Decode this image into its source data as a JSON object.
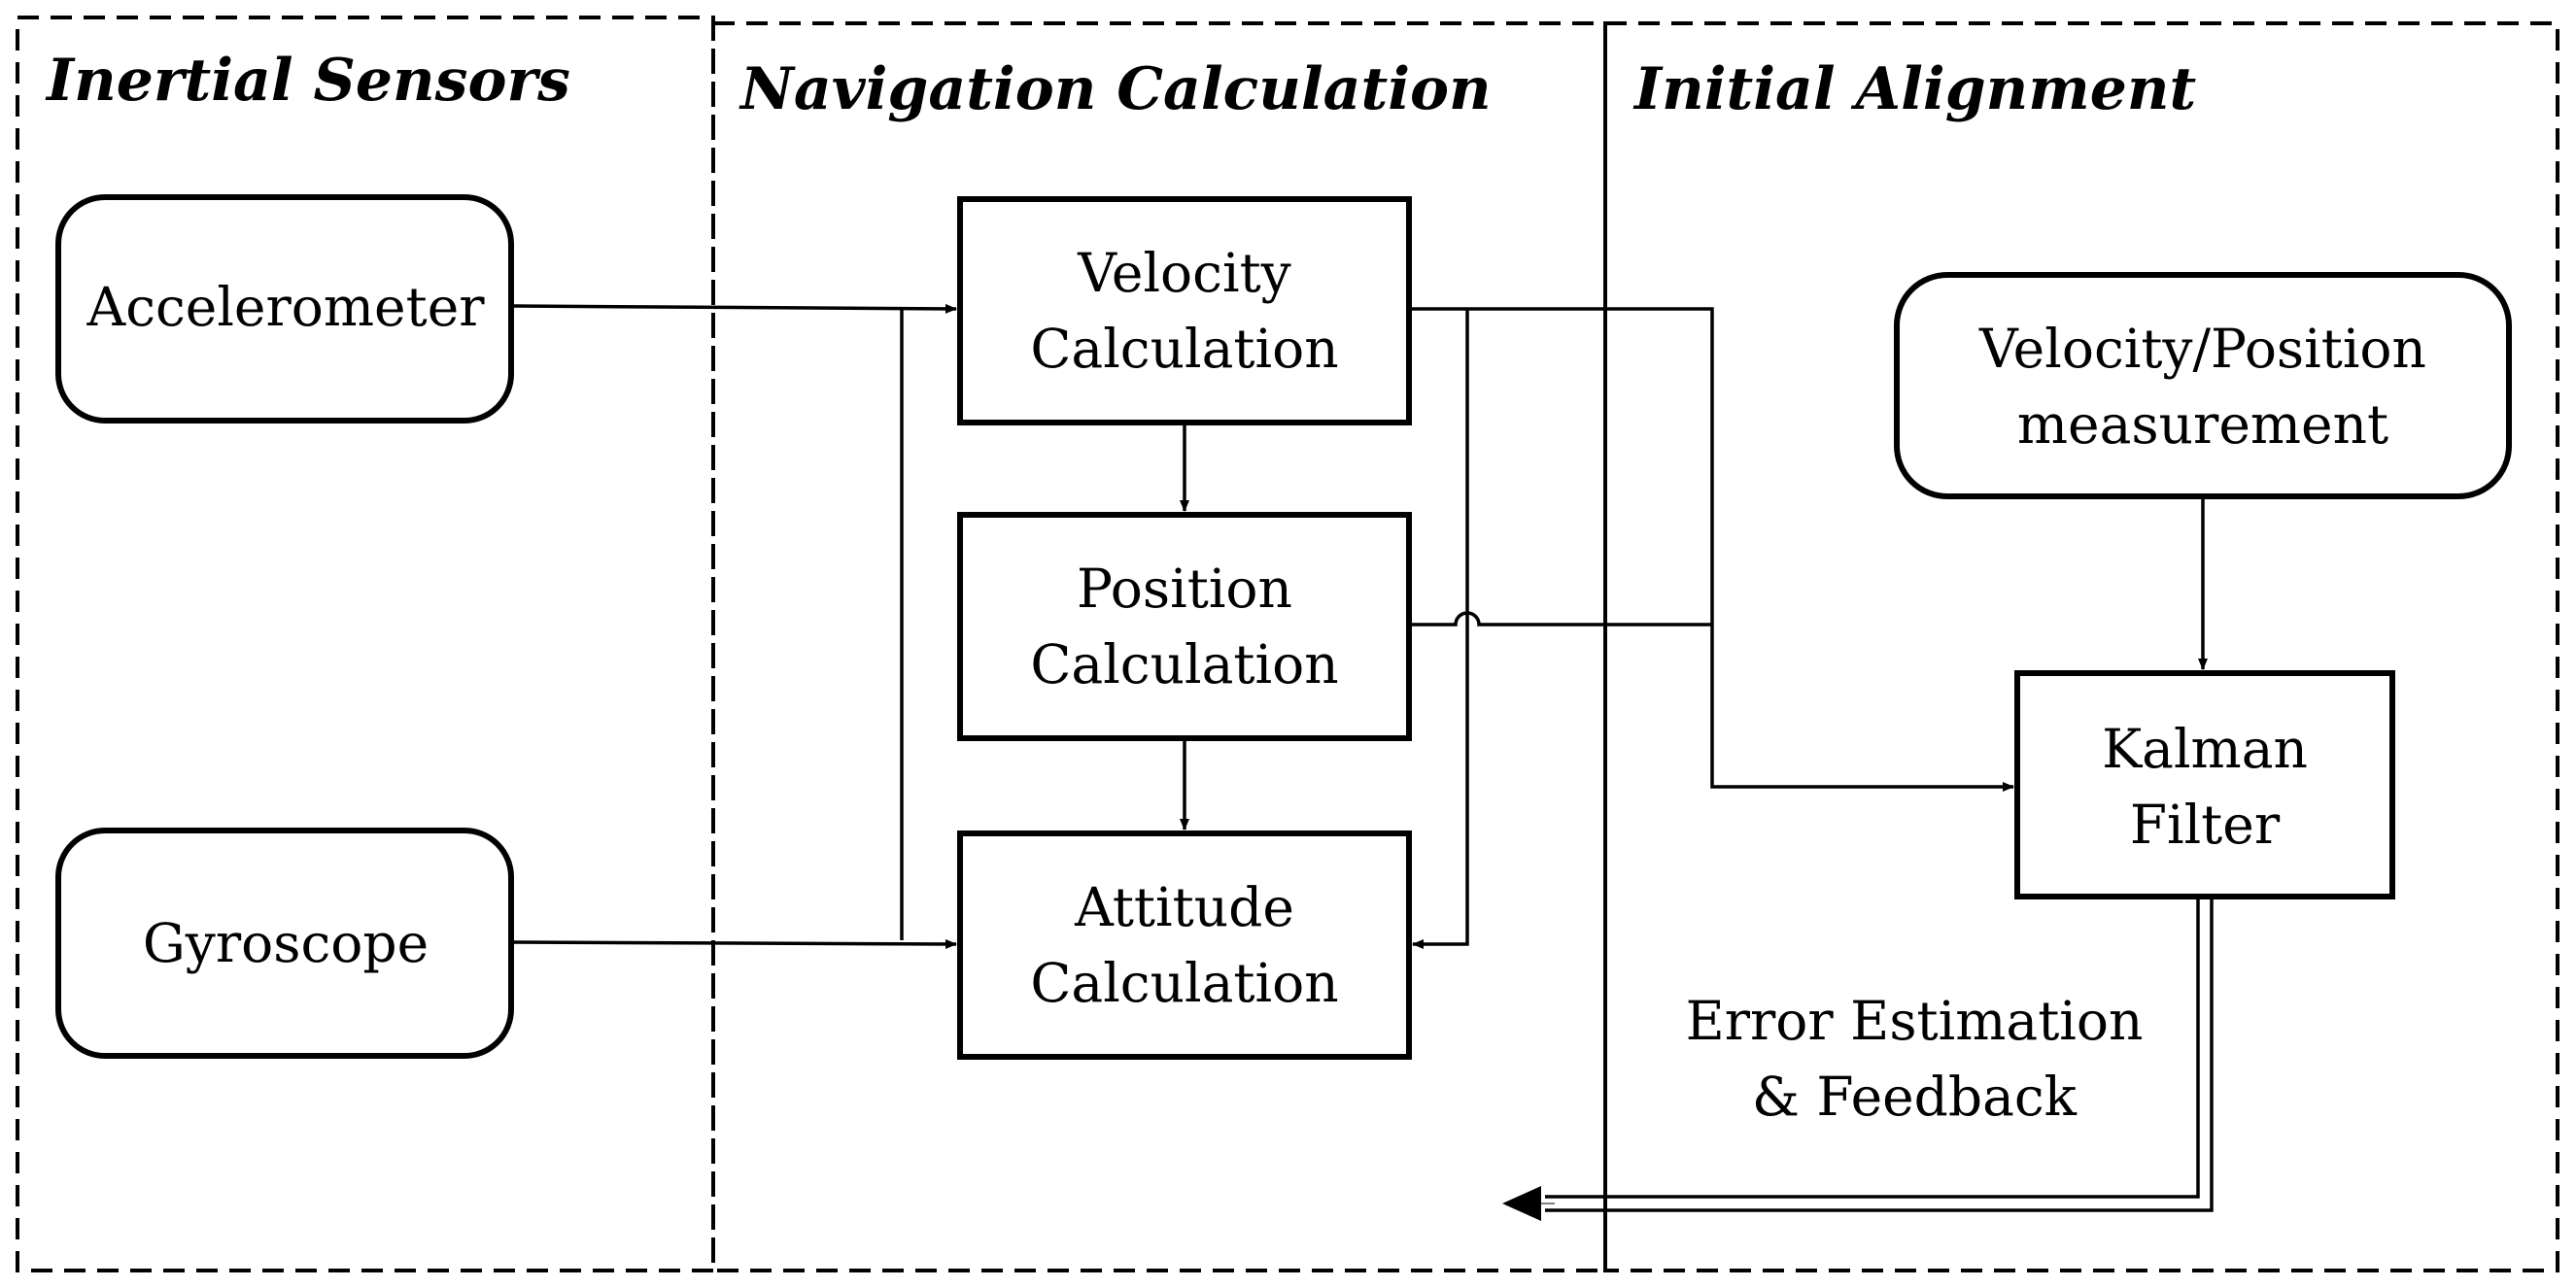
{
  "regions": {
    "inertial_sensors": "Inertial Sensors",
    "navigation_calculation": "Navigation Calculation",
    "initial_alignment": "Initial Alignment"
  },
  "blocks": {
    "accelerometer": [
      "Accelerometer"
    ],
    "gyroscope": [
      "Gyroscope"
    ],
    "velocity_calculation": [
      "Velocity",
      "Calculation"
    ],
    "position_calculation": [
      "Position",
      "Calculation"
    ],
    "attitude_calculation": [
      "Attitude",
      "Calculation"
    ],
    "velocity_position_measurement": [
      "Velocity/Position",
      "measurement"
    ],
    "kalman_filter": [
      "Kalman",
      "Filter"
    ]
  },
  "feedback_label": [
    "Error Estimation",
    "& Feedback"
  ]
}
